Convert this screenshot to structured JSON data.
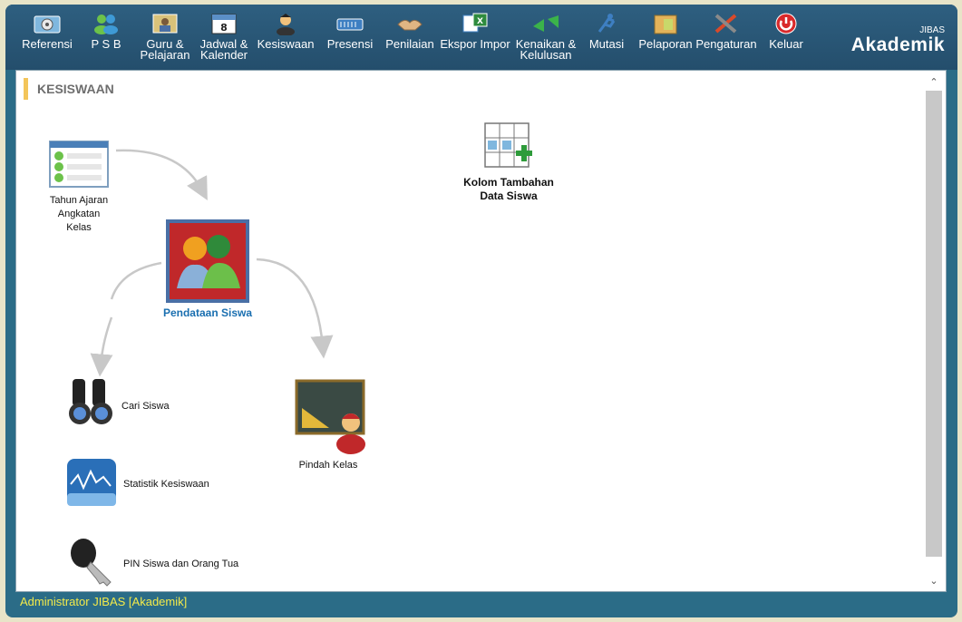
{
  "toolbar": {
    "items": [
      {
        "label": "Referensi",
        "icon": "gear-monitor-icon"
      },
      {
        "label": "P S B",
        "icon": "users-icon"
      },
      {
        "label": "Guru &\nPelajaran",
        "icon": "teacher-icon"
      },
      {
        "label": "Jadwal &\nKalender",
        "icon": "calendar-icon"
      },
      {
        "label": "Kesiswaan",
        "icon": "student-icon"
      },
      {
        "label": "Presensi",
        "icon": "attendance-icon"
      },
      {
        "label": "Penilaian",
        "icon": "handshake-icon"
      },
      {
        "label": "Ekspor Impor",
        "icon": "export-import-icon"
      },
      {
        "label": "Kenaikan &\nKelulusan",
        "icon": "graduation-icon"
      },
      {
        "label": "Mutasi",
        "icon": "runner-icon"
      },
      {
        "label": "Pelaporan",
        "icon": "report-icon"
      },
      {
        "label": "Pengaturan",
        "icon": "tools-icon"
      },
      {
        "label": "Keluar",
        "icon": "power-icon"
      }
    ],
    "brand_small": "JIBAS",
    "brand_big": "Akademik"
  },
  "content": {
    "section_title": "KESISWAAN",
    "nodes": {
      "tahun_ajaran": "Tahun Ajaran\nAngkatan\nKelas",
      "pendataan_siswa": "Pendataan Siswa",
      "kolom_tambahan": "Kolom Tambahan\nData Siswa",
      "cari_siswa": "Cari Siswa",
      "statistik": "Statistik Kesiswaan",
      "pin": "PIN Siswa dan Orang Tua",
      "pindah_kelas": "Pindah Kelas"
    },
    "colors": {
      "accent_blue": "#1a6fb0",
      "title_bar": "#f3c55a",
      "footer_text": "#f3ea4a"
    }
  },
  "footer": {
    "status": "Administrator JIBAS [Akademik]"
  }
}
